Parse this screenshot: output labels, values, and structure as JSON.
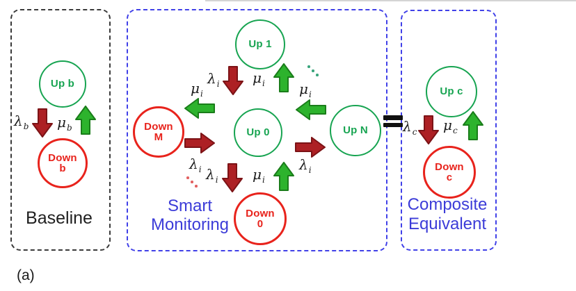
{
  "figure_label": "(a)",
  "colors": {
    "up_state_green": "#17a451",
    "down_state_red": "#e8231c",
    "arrow_red_fill": "#ad2024",
    "arrow_red_stroke": "#7c1316",
    "arrow_green_fill": "#2db32d",
    "arrow_green_stroke": "#1a7d1a",
    "title_blue": "#3c3cd8",
    "baseline_border_black": "#3a3a3a",
    "panel_border_blue": "#4040e8"
  },
  "icons": {
    "equivalence": "equals-bars",
    "ellipsis_green": "diagonal-dots",
    "ellipsis_red": "diagonal-dots"
  },
  "baseline": {
    "title": "Baseline",
    "up": "Up b",
    "down1": "Down",
    "down2": "b",
    "lambda": {
      "sym": "λ",
      "sub": "b"
    },
    "mu": {
      "sym": "μ",
      "sub": "b"
    }
  },
  "smart": {
    "title1": "Smart",
    "title2": "Monitoring",
    "up1": "Up 1",
    "up0": "Up 0",
    "upN": "Up N",
    "downM1": "Down",
    "downM2": "M",
    "down01": "Down",
    "down02": "0",
    "lambda_i": {
      "sym": "λ",
      "sub": "i"
    },
    "mu_i": {
      "sym": "μ",
      "sub": "i"
    }
  },
  "composite": {
    "title1": "Composite",
    "title2": "Equivalent",
    "up": "Up c",
    "down1": "Down",
    "down2": "c",
    "lambda": {
      "sym": "λ",
      "sub": "c"
    },
    "mu": {
      "sym": "μ",
      "sub": "c"
    }
  }
}
